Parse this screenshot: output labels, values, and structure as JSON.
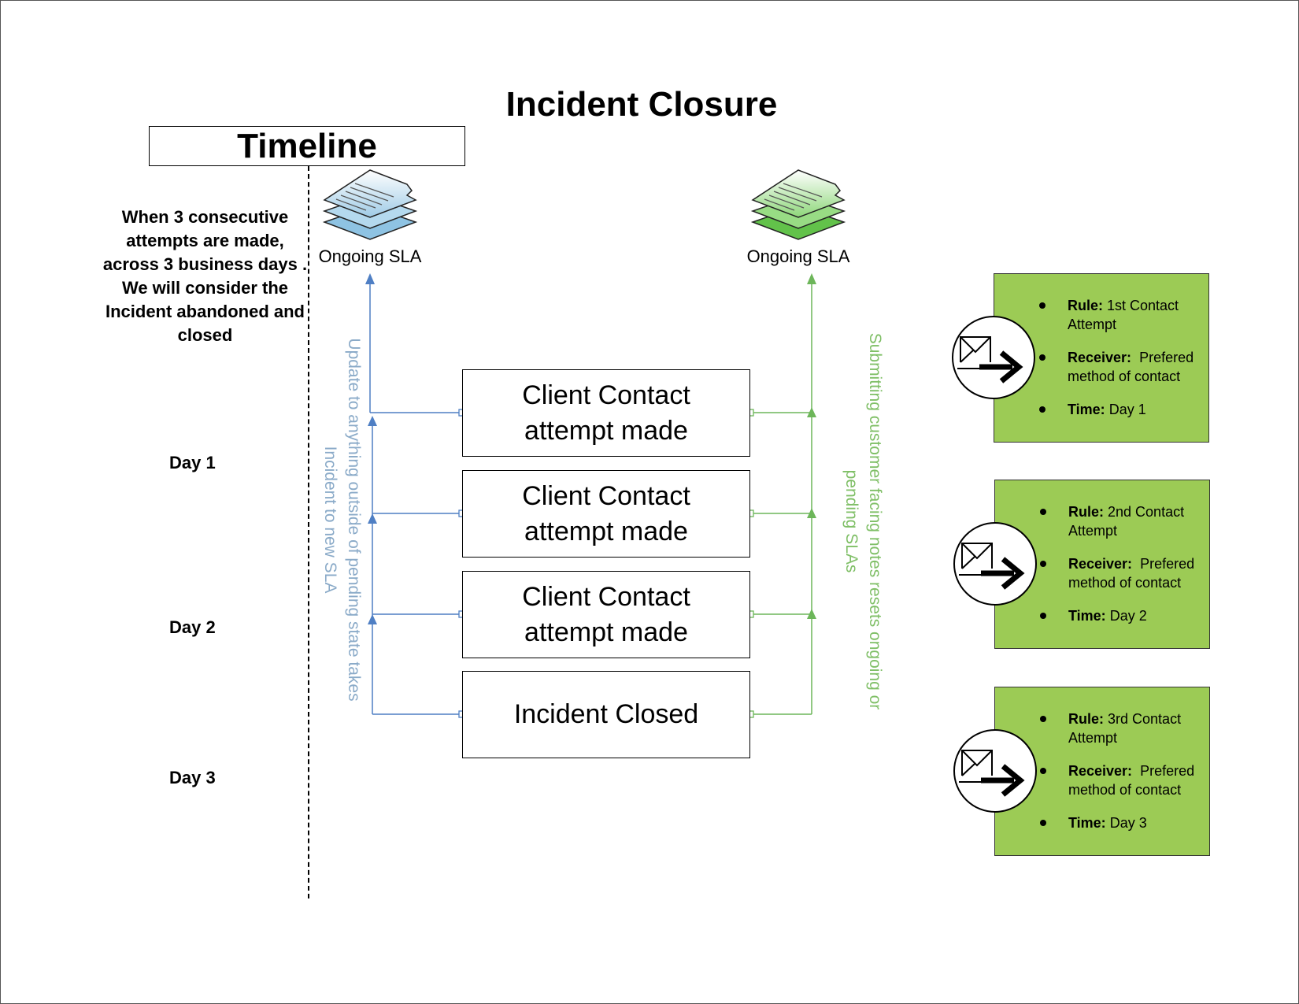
{
  "title": "Incident Closure",
  "timeline_label": "Timeline",
  "description": "When 3 consecutive attempts are made, across 3 business days . We will consider the Incident abandoned and closed",
  "days": [
    "Day 1",
    "Day 2",
    "Day 3"
  ],
  "sla_left": {
    "label": "Ongoing SLA",
    "color": "#a8d0e8"
  },
  "sla_right": {
    "label": "Ongoing SLA",
    "color": "#8ed77a"
  },
  "left_flow_text": "Update to anything outside of pending state takes Incident to new SLA",
  "right_flow_text": "Submitting customer facing notes resets ongoing or pending SLAs",
  "steps": [
    {
      "label": "Client Contact attempt made"
    },
    {
      "label": "Client Contact attempt made"
    },
    {
      "label": "Client Contact attempt made"
    },
    {
      "label": "Incident Closed"
    }
  ],
  "rules": [
    {
      "rule_label": "Rule:",
      "rule": "1st Contact Attempt",
      "receiver_label": "Receiver:",
      "receiver": "Prefered method of contact",
      "time_label": "Time:",
      "time": "Day 1"
    },
    {
      "rule_label": "Rule:",
      "rule": "2nd Contact Attempt",
      "receiver_label": "Receiver:",
      "receiver": "Prefered method of contact",
      "time_label": "Time:",
      "time": "Day 2"
    },
    {
      "rule_label": "Rule:",
      "rule": "3rd Contact Attempt",
      "receiver_label": "Receiver:",
      "receiver": "Prefered method of contact",
      "time_label": "Time:",
      "time": "Day 3"
    }
  ],
  "colors": {
    "blue_line": "#4f7fc4",
    "green_line": "#6db65a",
    "rule_card": "#9ccb55"
  },
  "icons": {
    "document_stack": "document-stack-icon",
    "mail_send": "mail-send-icon"
  }
}
